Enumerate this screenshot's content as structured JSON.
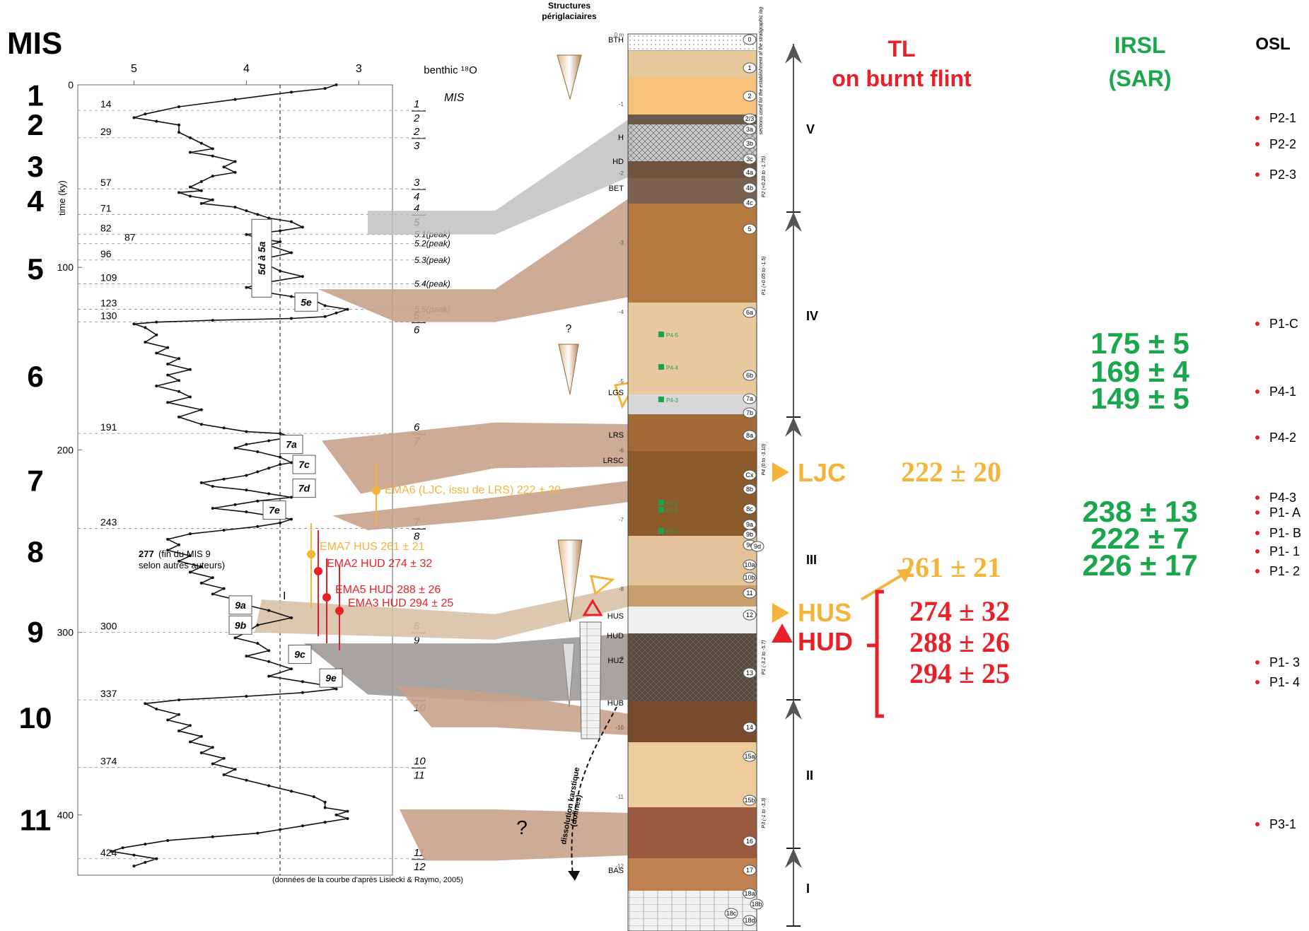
{
  "title": "MIS",
  "mis_numbers": [
    {
      "label": "1",
      "t": 6
    },
    {
      "label": "2",
      "t": 22
    },
    {
      "label": "3",
      "t": 45
    },
    {
      "label": "4",
      "t": 64
    },
    {
      "label": "5",
      "t": 101
    },
    {
      "label": "6",
      "t": 160
    },
    {
      "label": "7",
      "t": 217
    },
    {
      "label": "8",
      "t": 256
    },
    {
      "label": "9",
      "t": 300
    },
    {
      "label": "10",
      "t": 347
    },
    {
      "label": "11",
      "t": 403
    }
  ],
  "chart_data": {
    "type": "line",
    "title": "",
    "xlabel": "benthic ¹⁸O",
    "ylabel": "time (ky)",
    "xlim": [
      5.5,
      2.7
    ],
    "ylim": [
      0,
      433
    ],
    "x_ticks": [
      "5",
      "4",
      "3"
    ],
    "x_tick_values": [
      5,
      4,
      3
    ],
    "y_ticks": [
      "0",
      "100",
      "200",
      "300",
      "400"
    ],
    "y_tick_values": [
      0,
      100,
      200,
      300,
      400
    ],
    "reference_line_x": 3.7,
    "series": [
      {
        "points": [
          [
            3.2,
            0
          ],
          [
            3.3,
            2
          ],
          [
            3.6,
            4
          ],
          [
            4.1,
            8
          ],
          [
            4.6,
            12
          ],
          [
            4.9,
            16
          ],
          [
            5.0,
            18
          ],
          [
            4.8,
            20
          ],
          [
            4.6,
            22
          ],
          [
            4.6,
            26
          ],
          [
            4.5,
            29
          ],
          [
            4.4,
            32
          ],
          [
            4.3,
            35
          ],
          [
            4.5,
            37
          ],
          [
            4.3,
            39
          ],
          [
            4.1,
            42
          ],
          [
            4.2,
            45
          ],
          [
            4.1,
            48
          ],
          [
            4.3,
            50
          ],
          [
            4.4,
            53
          ],
          [
            4.5,
            56
          ],
          [
            4.4,
            58
          ],
          [
            4.6,
            59
          ],
          [
            4.5,
            61
          ],
          [
            4.3,
            63
          ],
          [
            4.4,
            65
          ],
          [
            4.1,
            67
          ],
          [
            4.0,
            69
          ],
          [
            3.9,
            71
          ],
          [
            3.8,
            73
          ],
          [
            3.6,
            75
          ],
          [
            3.5,
            78
          ],
          [
            3.7,
            80
          ],
          [
            4.0,
            82
          ],
          [
            3.9,
            84
          ],
          [
            3.7,
            86
          ],
          [
            3.8,
            88
          ],
          [
            3.6,
            92
          ],
          [
            3.9,
            96
          ],
          [
            3.8,
            99
          ],
          [
            3.7,
            102
          ],
          [
            3.5,
            105
          ],
          [
            3.8,
            108
          ],
          [
            4.0,
            111
          ],
          [
            3.8,
            114
          ],
          [
            3.6,
            116
          ],
          [
            3.4,
            118
          ],
          [
            3.3,
            121
          ],
          [
            3.1,
            123
          ],
          [
            3.2,
            125
          ],
          [
            3.3,
            127
          ],
          [
            3.6,
            128
          ],
          [
            4.3,
            129
          ],
          [
            4.8,
            130
          ],
          [
            5.0,
            131
          ],
          [
            4.9,
            133
          ],
          [
            4.8,
            137
          ],
          [
            4.9,
            141
          ],
          [
            4.7,
            144
          ],
          [
            4.8,
            147
          ],
          [
            4.6,
            150
          ],
          [
            4.7,
            153
          ],
          [
            4.5,
            156
          ],
          [
            4.7,
            159
          ],
          [
            4.6,
            162
          ],
          [
            4.8,
            165
          ],
          [
            4.6,
            168
          ],
          [
            4.5,
            171
          ],
          [
            4.7,
            174
          ],
          [
            4.4,
            178
          ],
          [
            4.6,
            182
          ],
          [
            4.4,
            186
          ],
          [
            4.2,
            188
          ],
          [
            4.0,
            190
          ],
          [
            3.7,
            191
          ],
          [
            3.6,
            193
          ],
          [
            3.8,
            195
          ],
          [
            4.0,
            197
          ],
          [
            4.1,
            199
          ],
          [
            3.9,
            201
          ],
          [
            3.7,
            204
          ],
          [
            3.6,
            207
          ],
          [
            3.7,
            208
          ],
          [
            3.8,
            210
          ],
          [
            3.9,
            212
          ],
          [
            4.0,
            214
          ],
          [
            4.2,
            216
          ],
          [
            4.4,
            218
          ],
          [
            4.3,
            220
          ],
          [
            4.0,
            222
          ],
          [
            3.8,
            224
          ],
          [
            3.6,
            226
          ],
          [
            3.9,
            228
          ],
          [
            4.1,
            230
          ],
          [
            4.3,
            232
          ],
          [
            4.0,
            234
          ],
          [
            3.8,
            236
          ],
          [
            3.6,
            238
          ],
          [
            3.7,
            240
          ],
          [
            3.9,
            242
          ],
          [
            4.2,
            244
          ],
          [
            4.5,
            246
          ],
          [
            4.7,
            249
          ],
          [
            4.6,
            252
          ],
          [
            4.7,
            255
          ],
          [
            4.5,
            258
          ],
          [
            4.6,
            261
          ],
          [
            4.4,
            264
          ],
          [
            4.5,
            267
          ],
          [
            4.3,
            270
          ],
          [
            4.4,
            273
          ],
          [
            4.2,
            276
          ],
          [
            4.3,
            279
          ],
          [
            4.1,
            282
          ],
          [
            4.0,
            285
          ],
          [
            3.8,
            288
          ],
          [
            3.6,
            292
          ],
          [
            3.9,
            296
          ],
          [
            4.0,
            300
          ],
          [
            4.1,
            303
          ],
          [
            3.9,
            306
          ],
          [
            3.8,
            310
          ],
          [
            4.0,
            313
          ],
          [
            3.8,
            316
          ],
          [
            3.6,
            320
          ],
          [
            3.8,
            324
          ],
          [
            3.5,
            327
          ],
          [
            3.3,
            329
          ],
          [
            3.2,
            331
          ],
          [
            3.5,
            333
          ],
          [
            4.0,
            335
          ],
          [
            4.6,
            337
          ],
          [
            4.9,
            339
          ],
          [
            4.8,
            342
          ],
          [
            4.6,
            345
          ],
          [
            4.7,
            348
          ],
          [
            4.5,
            351
          ],
          [
            4.6,
            354
          ],
          [
            4.4,
            357
          ],
          [
            4.5,
            360
          ],
          [
            4.3,
            363
          ],
          [
            4.4,
            366
          ],
          [
            4.2,
            369
          ],
          [
            4.3,
            372
          ],
          [
            4.1,
            375
          ],
          [
            4.2,
            378
          ],
          [
            4.0,
            381
          ],
          [
            3.8,
            384
          ],
          [
            3.6,
            387
          ],
          [
            3.4,
            390
          ],
          [
            3.3,
            393
          ],
          [
            3.3,
            396
          ],
          [
            3.1,
            398
          ],
          [
            3.2,
            400
          ],
          [
            3.1,
            402
          ],
          [
            3.3,
            404
          ],
          [
            3.5,
            406
          ],
          [
            3.7,
            408
          ],
          [
            3.9,
            410
          ],
          [
            4.3,
            412
          ],
          [
            4.7,
            414
          ],
          [
            4.9,
            416
          ],
          [
            5.1,
            418
          ],
          [
            5.2,
            420
          ],
          [
            5.0,
            422
          ],
          [
            4.8,
            424
          ],
          [
            4.9,
            426
          ],
          [
            5.0,
            428
          ]
        ]
      }
    ]
  },
  "boundaries": [
    {
      "age": "14",
      "t": 14,
      "mis_top": "1",
      "mis_bottom": "2"
    },
    {
      "age": "29",
      "t": 29,
      "mis_top": "2",
      "mis_bottom": "3"
    },
    {
      "age": "57",
      "t": 57,
      "mis_top": "3",
      "mis_bottom": "4"
    },
    {
      "age": "71",
      "t": 71,
      "mis_top": "4",
      "mis_bottom": "5"
    },
    {
      "age": "82",
      "t": 82,
      "mis_top": "5.1(peak)",
      "mis_bottom": ""
    },
    {
      "age": "87",
      "t": 87,
      "mis_top": "5.2(peak)",
      "mis_bottom": ""
    },
    {
      "age": "96",
      "t": 96,
      "mis_top": "5.3(peak)",
      "mis_bottom": ""
    },
    {
      "age": "109",
      "t": 109,
      "mis_top": "5.4(peak)",
      "mis_bottom": ""
    },
    {
      "age": "123",
      "t": 123,
      "mis_top": "5.5(peak)",
      "mis_bottom": ""
    },
    {
      "age": "130",
      "t": 130,
      "mis_top": "5",
      "mis_bottom": "6"
    },
    {
      "age": "191",
      "t": 191,
      "mis_top": "6",
      "mis_bottom": "7"
    },
    {
      "age": "243",
      "t": 243,
      "mis_top": "7",
      "mis_bottom": "8"
    },
    {
      "age": "300",
      "t": 300,
      "mis_top": "8",
      "mis_bottom": "9"
    },
    {
      "age": "337",
      "t": 337,
      "mis_top": "9",
      "mis_bottom": "10"
    },
    {
      "age": "374",
      "t": 374,
      "mis_top": "10",
      "mis_bottom": "11"
    },
    {
      "age": "424",
      "t": 424,
      "mis_top": "11",
      "mis_bottom": "12"
    }
  ],
  "mis_header_label": "MIS",
  "substage_boxes": [
    {
      "label": "5d à 5a",
      "t": 95
    },
    {
      "label": "5e",
      "t": 119
    },
    {
      "label": "7a",
      "t": 197
    },
    {
      "label": "7c",
      "t": 208
    },
    {
      "label": "7d",
      "t": 221
    },
    {
      "label": "7e",
      "t": 233
    },
    {
      "label": "9a",
      "t": 285
    },
    {
      "label": "9b",
      "t": 296
    },
    {
      "label": "9c",
      "t": 312
    },
    {
      "label": "9e",
      "t": 325
    }
  ],
  "fin_mis9_note": {
    "number": "277",
    "text1": " (fin du MIS 9",
    "text2": "selon autres auteurs)"
  },
  "roman_small_i": "I",
  "source_note": "(données de la courbe d'après Lisiecki & Raymo, 2005)",
  "ema_labels": [
    {
      "label": "EMA6 (LJC, issu de LRS) 222 ± 20",
      "color": "#f4b43c"
    },
    {
      "label": "EMA7 HUS 261 ± 21",
      "color": "#f4b43c"
    },
    {
      "label": "EMA2 HUD 274 ± 32",
      "color": "#e8202a"
    },
    {
      "label": "EMA5 HUD 288 ± 26",
      "color": "#e8202a"
    },
    {
      "label": "EMA3 HUD 294 ± 25",
      "color": "#e8202a"
    }
  ],
  "periglacial_title": [
    "Structures",
    "périglaciaires"
  ],
  "question_marks": [
    "?",
    "?"
  ],
  "karst_label": [
    "dissolution karstique",
    "(dolines)"
  ],
  "strat_depths": [
    "0 m",
    "-1",
    "-2",
    "-3",
    "-4",
    "-5",
    "-6",
    "-7",
    "-8",
    "-9",
    "-10",
    "-11",
    "-12"
  ],
  "strat_left_labels": [
    "BTH",
    "H",
    "HD",
    "BET",
    "LGS",
    "LRS",
    "LRSC",
    "HUS",
    "HUD",
    "HUZ",
    "HUB",
    "BAS"
  ],
  "strat_units": [
    "0",
    "1",
    "2",
    "2/3",
    "3a",
    "3b",
    "3c",
    "4a",
    "4b",
    "4c",
    "5",
    "6a",
    "6b",
    "7a",
    "7b",
    "8a",
    "Cx",
    "8b",
    "8c",
    "9a",
    "9b",
    "9c",
    "9d",
    "10a",
    "10b",
    "11",
    "12",
    "13",
    "14",
    "15a",
    "15b",
    "16",
    "17",
    "18a",
    "18b",
    "18c",
    "18d"
  ],
  "strat_sample_labels": [
    "P4-5",
    "P4-4",
    "P4-3",
    "P4-2",
    "P1-5",
    "P4-1"
  ],
  "section_notes": [
    "sections used for the establishment of the stratigraphic log",
    "P2 (+0.20 to -1.75)",
    "P1 (+0.05 to -1.5)",
    "P4 (0 to -3.10)",
    "P1 (-3.2 to -5.7)",
    "P3 (-1 to -3.3)"
  ],
  "roman_units": [
    "V",
    "IV",
    "III",
    "II",
    "I"
  ],
  "tl_header": [
    "TL",
    "on burnt flint"
  ],
  "irsl_header": [
    "IRSL",
    "(SAR)"
  ],
  "osl_header": "OSL",
  "level_ljc": {
    "label": "LJC",
    "value": "222 ± 20"
  },
  "level_hus": {
    "label": "HUS",
    "value": "261 ± 21"
  },
  "level_hud": {
    "label": "HUD",
    "values": [
      "274 ± 32",
      "288 ± 26",
      "294 ± 25"
    ]
  },
  "irsl_values": [
    "175 ± 5",
    "169 ± 4",
    "149 ± 5",
    "238 ± 13",
    "222 ± 7",
    "226 ± 17"
  ],
  "osl_samples": [
    "P2-1",
    "P2-2",
    "P2-3",
    "P1-C",
    "P4-1",
    "P4-2",
    "P4-3",
    "P1- A",
    "P1- B",
    "P1- 1",
    "P1- 2",
    "P1- 3",
    "P1- 4",
    "P3-1"
  ],
  "colors": {
    "tl": "#e8202a",
    "irsl": "#1aa64a",
    "ljc": "#f4b43c",
    "link_band": "#c9a28c",
    "link_grey": "#b8b8b8"
  }
}
